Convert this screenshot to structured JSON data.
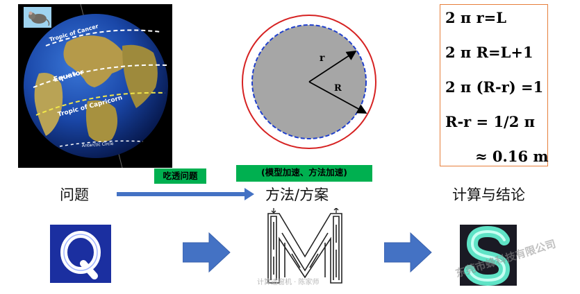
{
  "globe": {
    "labels": {
      "tropic_cancer": "Tropic of Cancer",
      "equator": "Equator",
      "tropic_capricorn": "Tropic of Capricorn",
      "antarctic": "Antarctic Circle"
    }
  },
  "circle_diagram": {
    "label_r_small": "r",
    "label_r_big": "R",
    "colors": {
      "inner_fill": "#a6a6a6",
      "inner_stroke": "#1f3fcc",
      "outer_stroke": "#d62222"
    }
  },
  "formulas": [
    "2 π r=L",
    "2 π R=L+1",
    "2 π (R-r) =1",
    "R-r = 1/2 π",
    "≈ 0.16 m"
  ],
  "flow": {
    "stage1": "问题",
    "stage2": "方法/方案",
    "stage3": "计算与结论",
    "tag1": "吃透问题",
    "tag2": "(模型加速、方法加速)",
    "tag_color": "#00b050",
    "arrow_color": "#4472c4"
  },
  "icons": {
    "q": "letter-q-icon",
    "m": "maze-m-icon",
    "s": "letter-s-icon"
  },
  "watermarks": {
    "bottom": "计算透窗机 · 陈家师",
    "diagonal": "东莞市蜂科技有限公司"
  }
}
